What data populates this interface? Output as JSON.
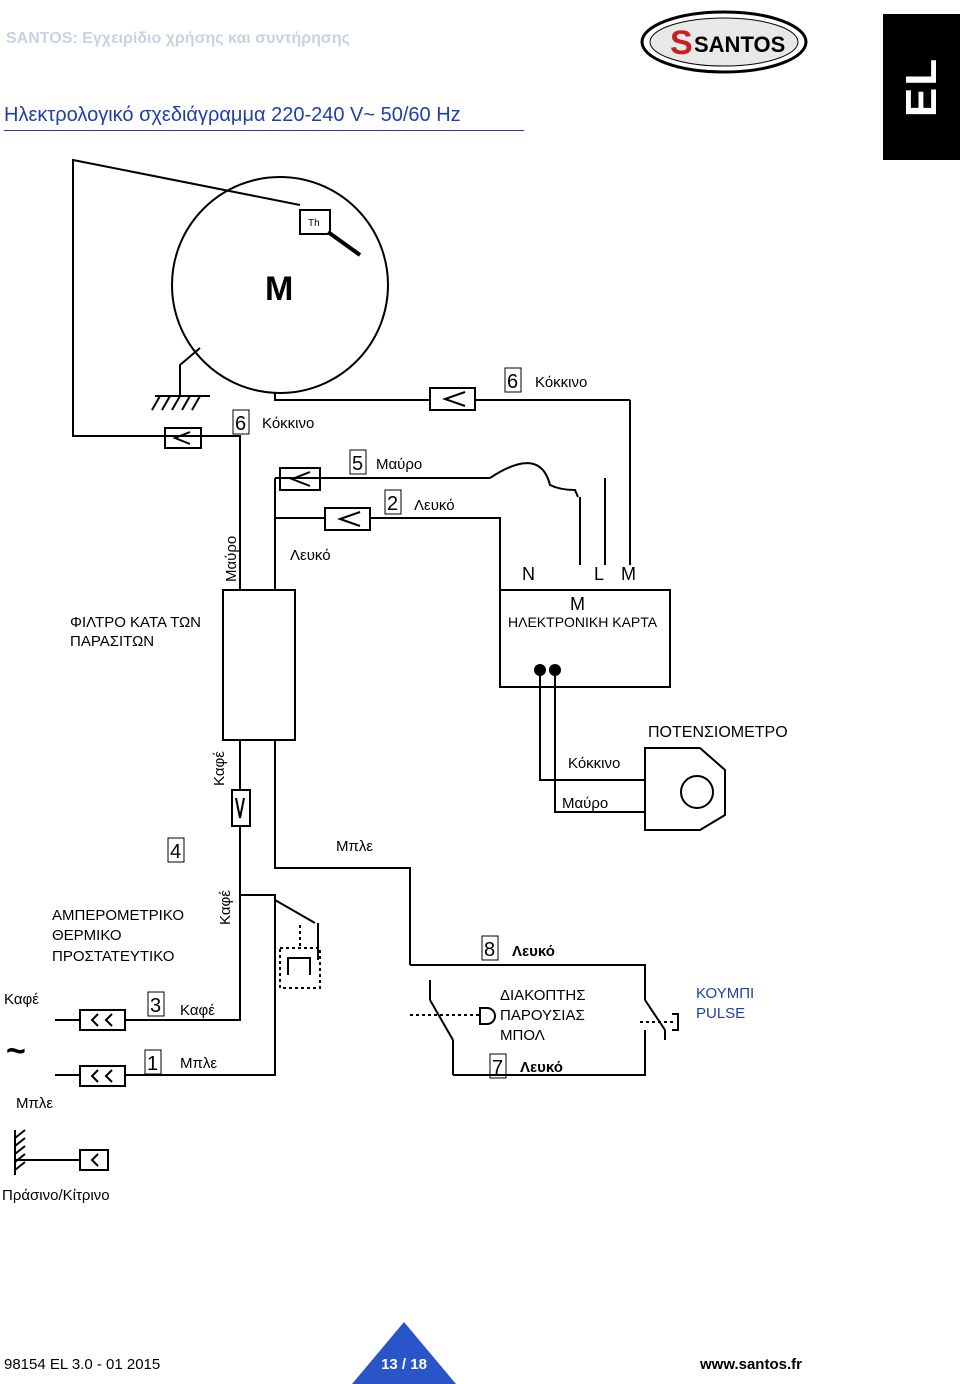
{
  "header": {
    "doc_title": "SANTOS: Εγχειρίδιο χρήσης και συντήρησης",
    "brand": "SANTOS",
    "lang_tab": "EL"
  },
  "page_title": "Ηλεκτρολογικό σχεδιάγραμμα 220-240 V~ 50/60 Hz",
  "diagram": {
    "motor": "M",
    "thermostat": "Th",
    "wire_6a_num": "6",
    "wire_6a_color": "Κόκκινο",
    "wire_6b_num": "6",
    "wire_6b_color": "Κόκκινο",
    "wire_5_num": "5",
    "wire_5_color": "Μαύρο",
    "wire_2_num": "2",
    "wire_2_color": "Λευκό",
    "filter_black": "Μαύρο",
    "filter_white": "Λευκό",
    "filter_label_1": "ΦΙΛΤΡΟ ΚΑΤΑ ΤΩΝ",
    "filter_label_2": "ΠΑΡΑΣΙΤΩΝ",
    "card_n": "N",
    "card_l": "L",
    "card_m_top": "M",
    "card_m": "M",
    "card_label": "ΗΛΕΚΤΡΟΝΙΚΗ ΚΑΡΤΑ",
    "pot_label": "ΠΟΤΕΝΣΙΟΜΕΤΡΟ",
    "pot_red": "Κόκκινο",
    "pot_black": "Μαύρο",
    "brown_1": "Καφέ",
    "blue_mid": "Μπλε",
    "wire_4_num": "4",
    "brown_2": "Καφέ",
    "breaker_1": "ΑΜΠΕΡΟΜΕΤΡΙΚΟ",
    "breaker_2": "ΘΕΡΜΙΚΟ",
    "breaker_3": "ΠΡΟΣΤΑΤΕΥΤΙΚΟ",
    "wire_8_num": "8",
    "wire_8_color": "Λευκό",
    "presence_1": "ΔΙΑΚΟΠΤΗΣ",
    "presence_2": "ΠΑΡΟΥΣΙΑΣ",
    "presence_3": "ΜΠΟΛ",
    "wire_7_num": "7",
    "wire_7_color": "Λευκό",
    "pulse_1": "ΚΟΥΜΠΙ",
    "pulse_2": "PULSE",
    "supply_brown": "Καφέ",
    "supply_tilde": "~",
    "supply_blue": "Μπλε",
    "wire_3_num": "3",
    "wire_3_color": "Καφέ",
    "wire_1_num": "1",
    "wire_1_color": "Μπλε",
    "earth_color": "Πράσινο/Κίτρινο"
  },
  "footer": {
    "doc_ref": "98154 EL 3.0 - 01 2015",
    "page": "13 / 18",
    "website": "www.santos.fr"
  },
  "colors": {
    "title_blue": "#1f3fa8",
    "pulse_blue": "#1f3fa8",
    "page_tab_blue": "#2a55c8",
    "header_grey": "#c8d2e0"
  }
}
